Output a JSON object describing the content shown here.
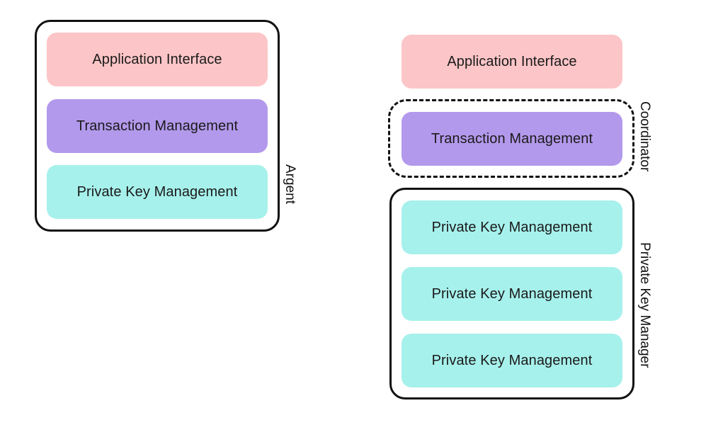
{
  "left_stack": {
    "frame_label": "Argent",
    "layers": [
      {
        "label": "Application Interface",
        "color": "#fcc5c7"
      },
      {
        "label": "Transaction Management",
        "color": "#b399ec"
      },
      {
        "label": "Private Key Management",
        "color": "#a7f1ec"
      }
    ]
  },
  "right_stack": {
    "application_layer": {
      "label": "Application Interface",
      "color": "#fcc5c7"
    },
    "coordinator": {
      "frame_label": "Coordinator",
      "frame_style": "dashed",
      "layer": {
        "label": "Transaction Management",
        "color": "#b399ec"
      }
    },
    "key_manager": {
      "frame_label": "Private Key Manager",
      "frame_style": "solid",
      "layers": [
        {
          "label": "Private Key Management",
          "color": "#a7f1ec"
        },
        {
          "label": "Private Key Management",
          "color": "#a7f1ec"
        },
        {
          "label": "Private Key Management",
          "color": "#a7f1ec"
        }
      ]
    }
  }
}
